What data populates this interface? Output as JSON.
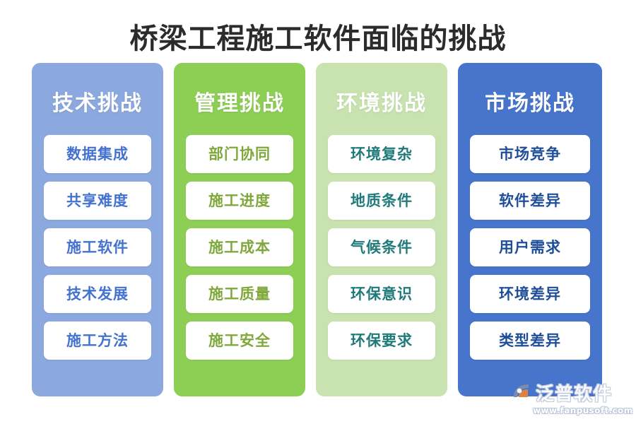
{
  "page": {
    "title": "桥梁工程施工软件面临的挑战",
    "background": "#FFFFFF"
  },
  "columns": [
    {
      "id": "technology",
      "header": "技术挑战",
      "panel_color": "#8BA8DF",
      "header_text_color": "#FFFFFF",
      "item_text_color": "#4472D0",
      "items": [
        {
          "label": "数据集成"
        },
        {
          "label": "共享难度"
        },
        {
          "label": "施工软件"
        },
        {
          "label": "技术发展"
        },
        {
          "label": "施工方法"
        }
      ]
    },
    {
      "id": "management",
      "header": "管理挑战",
      "panel_color": "#8DCE54",
      "header_text_color": "#FFFFFF",
      "item_text_color": "#7FA83C",
      "items": [
        {
          "label": "部门协同"
        },
        {
          "label": "施工进度"
        },
        {
          "label": "施工成本"
        },
        {
          "label": "施工质量"
        },
        {
          "label": "施工安全"
        }
      ]
    },
    {
      "id": "environment",
      "header": "环境挑战",
      "panel_color": "#C8E3AF",
      "header_text_color": "#FFFFFF",
      "item_text_color": "#1F7A7A",
      "items": [
        {
          "label": "环境复杂"
        },
        {
          "label": "地质条件"
        },
        {
          "label": "气候条件"
        },
        {
          "label": "环保意识"
        },
        {
          "label": "环保要求"
        }
      ]
    },
    {
      "id": "market",
      "header": "市场挑战",
      "panel_color": "#4775CC",
      "header_text_color": "#FFFFFF",
      "item_text_color": "#1F4E99",
      "items": [
        {
          "label": "市场竞争"
        },
        {
          "label": "软件差异"
        },
        {
          "label": "用户需求"
        },
        {
          "label": "环境差异"
        },
        {
          "label": "类型差异"
        }
      ]
    }
  ],
  "watermark": {
    "brand": "泛普软件",
    "url": "www.fanpusoft.com",
    "logo_icon": "fanpu-swoosh-logo-icon",
    "logo_accent_color": "#E8833A",
    "logo_body_color": "#7D8EA8"
  }
}
